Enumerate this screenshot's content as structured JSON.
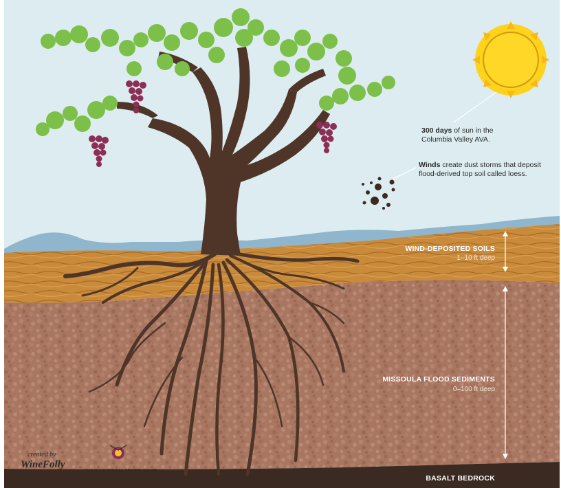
{
  "callouts": {
    "sun": {
      "bold": "300 days",
      "text": " of sun in the Columbia Valley AVA."
    },
    "wind": {
      "bold": "Winds",
      "text": " create dust storms that deposit flood-derived top soil called loess."
    }
  },
  "layers": [
    {
      "title": "WIND-DEPOSITED SOILS",
      "depth": "1–10 ft deep"
    },
    {
      "title": "MISSOULA FLOOD SEDIMENTS",
      "depth": "0–100 ft deep"
    },
    {
      "title": "BASALT BEDROCK"
    }
  ],
  "credits": {
    "created_by": "created by",
    "wine_folly": "WineFolly",
    "washington": "WASHINGTON STATE WINE"
  },
  "colors": {
    "sky": "#dcecf1",
    "hills": "#8fb6cc",
    "wind_soil": "#c98a3a",
    "flood_soil": "#a87661",
    "bedrock": "#3a2a22",
    "trunk": "#4e3528",
    "leaf": "#7cc04a",
    "grape": "#8c2f55",
    "sun": "#ffd21c"
  }
}
